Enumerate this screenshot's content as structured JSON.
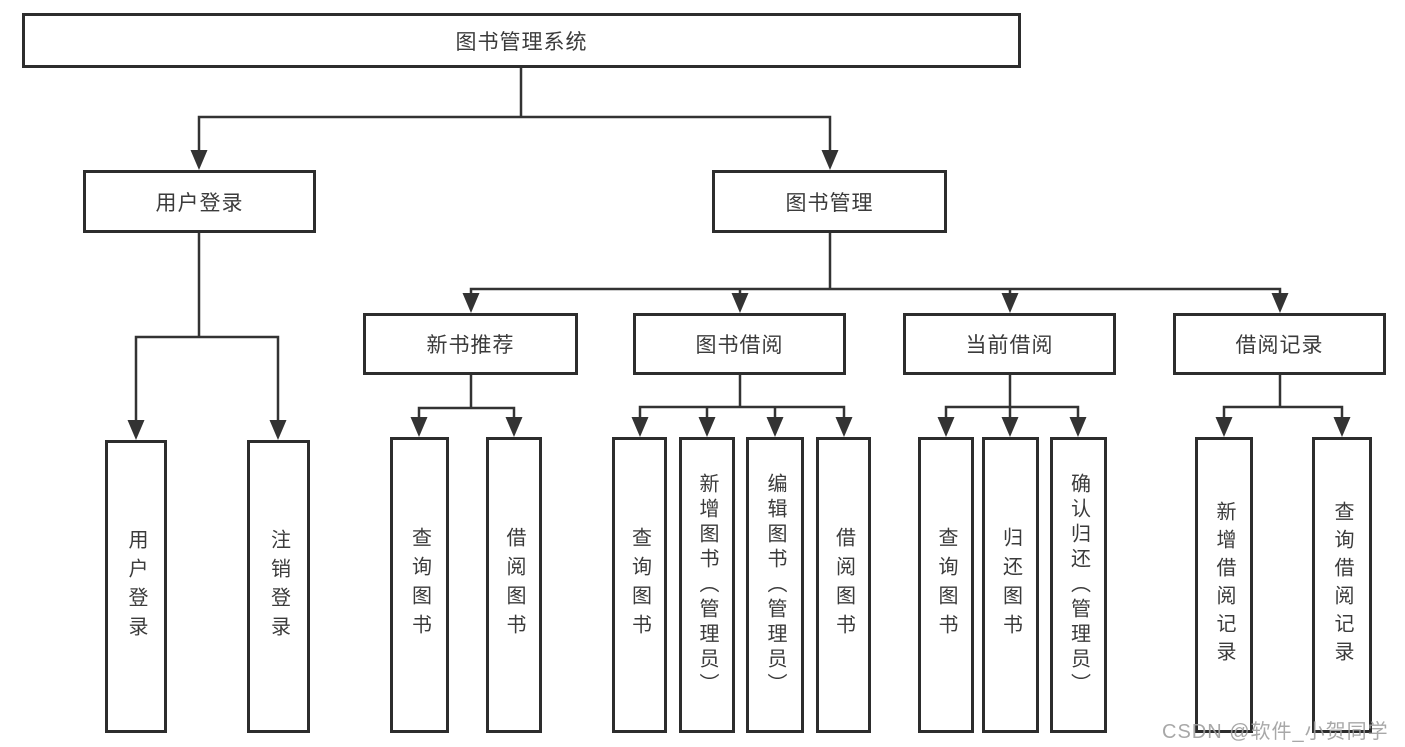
{
  "diagram": {
    "root": {
      "label": "图书管理系统"
    },
    "branches": {
      "user": {
        "label": "用户登录",
        "children": [
          "用户登录",
          "注销登录"
        ]
      },
      "book": {
        "label": "图书管理"
      }
    },
    "sections": [
      {
        "label": "新书推荐",
        "children": [
          "查询图书",
          "借阅图书"
        ]
      },
      {
        "label": "图书借阅",
        "children": [
          "查询图书",
          "新增图书（管理员）",
          "编辑图书（管理员）",
          "借阅图书"
        ]
      },
      {
        "label": "当前借阅",
        "children": [
          "查询图书",
          "归还图书",
          "确认归还（管理员）"
        ]
      },
      {
        "label": "借阅记录",
        "children": [
          "新增借阅记录",
          "查询借阅记录"
        ]
      }
    ]
  },
  "watermark": "CSDN @软件_小贺同学",
  "colors": {
    "line": "#333333",
    "box_border": "#2d2d2d",
    "text": "#3b3b3b",
    "watermark": "#9e9e9e",
    "background": "#ffffff"
  }
}
